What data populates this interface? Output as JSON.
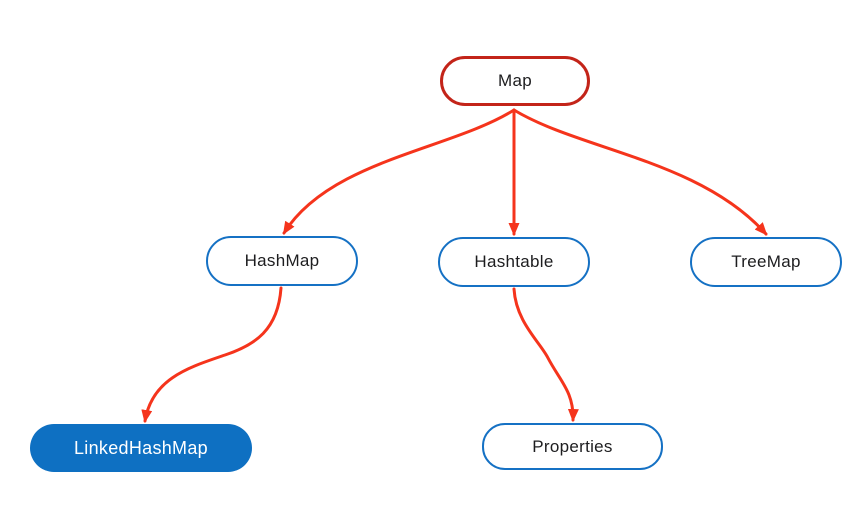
{
  "diagram": {
    "type": "class-hierarchy",
    "nodes": [
      {
        "id": "map",
        "label": "Map",
        "variant": "red-outline"
      },
      {
        "id": "hashmap",
        "label": "HashMap",
        "variant": "blue-outline"
      },
      {
        "id": "hashtable",
        "label": "Hashtable",
        "variant": "blue-outline"
      },
      {
        "id": "treemap",
        "label": "TreeMap",
        "variant": "blue-outline"
      },
      {
        "id": "linkedhashmap",
        "label": "LinkedHashMap",
        "variant": "blue-filled"
      },
      {
        "id": "properties",
        "label": "Properties",
        "variant": "blue-outline"
      }
    ],
    "edges": [
      {
        "from": "Map",
        "to": "HashMap",
        "shape": "curved-left",
        "arrow": "red"
      },
      {
        "from": "Map",
        "to": "Hashtable",
        "shape": "straight",
        "arrow": "red"
      },
      {
        "from": "Map",
        "to": "TreeMap",
        "shape": "curved-right",
        "arrow": "red"
      },
      {
        "from": "HashMap",
        "to": "LinkedHashMap",
        "shape": "s-curve",
        "arrow": "red"
      },
      {
        "from": "Hashtable",
        "to": "Properties",
        "shape": "s-curve",
        "arrow": "red"
      }
    ]
  },
  "colors": {
    "background": "#ffffff",
    "node_outline_red": "#c32419",
    "node_outline_blue": "#1571c4",
    "node_fill_blue": "#0e70c2",
    "arrow_red": "#f5341c",
    "text_dark": "#1d1d1f",
    "text_light": "#ffffff"
  }
}
